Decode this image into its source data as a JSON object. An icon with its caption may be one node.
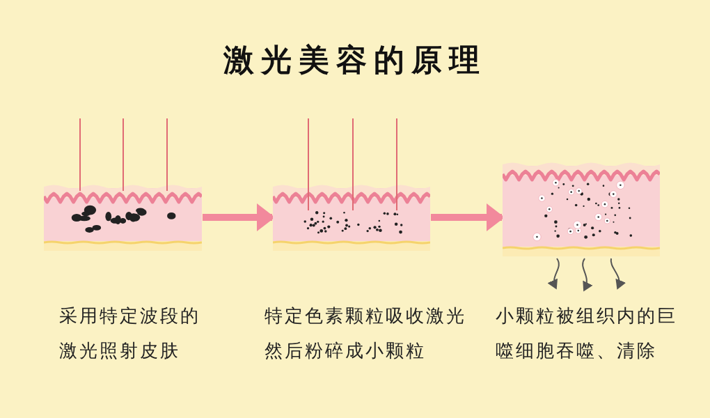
{
  "diagram": {
    "title": "激光美容的原理",
    "nodes": [
      {
        "text": [],
        "shape": "picture",
        "beside": [
          "采用特定波段的激光照射皮肤"
        ]
      },
      {
        "text": [],
        "shape": "picture",
        "beside": [
          "特定色素颗粒吸收激光然后粉碎成小颗粒"
        ]
      },
      {
        "text": [],
        "shape": "picture",
        "beside": [
          "小颗粒被组织内的巨噬细胞吞噬、清除"
        ]
      }
    ],
    "edges": [
      {
        "from": 0,
        "to": 1,
        "arrow": "to",
        "style": "thick",
        "color": "#f2899c"
      },
      {
        "from": 1,
        "to": 2,
        "arrow": "to",
        "style": "thick",
        "color": "#f2899c"
      },
      {
        "from": 2,
        "to": null,
        "arrow": "to"
      },
      {
        "from": 2,
        "to": null,
        "arrow": "to"
      },
      {
        "from": 2,
        "to": null,
        "arrow": "to"
      }
    ]
  }
}
